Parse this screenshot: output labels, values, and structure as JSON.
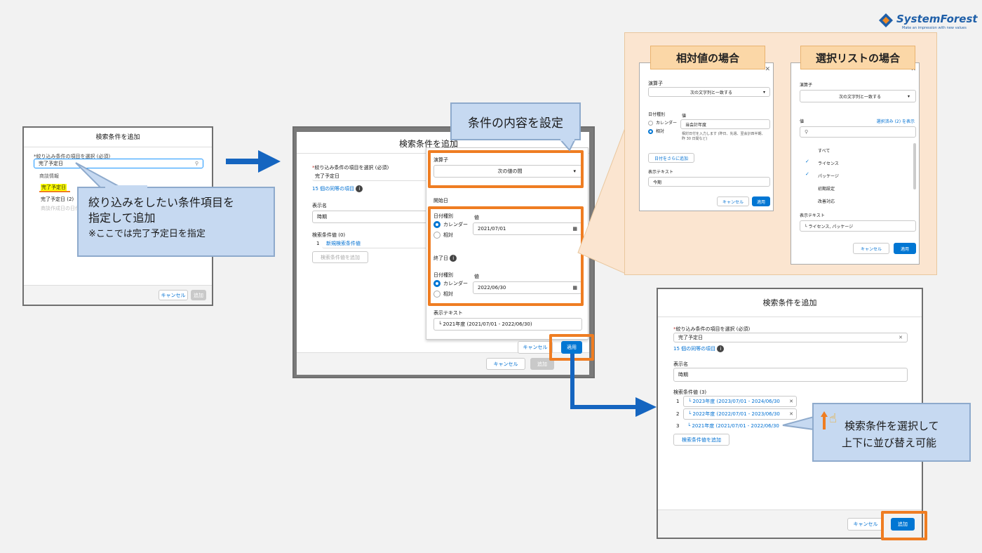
{
  "brand": {
    "name": "SystemForest",
    "tagline": "Make an impression with new values"
  },
  "panel1": {
    "title": "検索条件を追加",
    "field_label": "*絞り込み条件の項目を選択 (必須)",
    "field_value": "完了予定日",
    "section": "商談情報",
    "option1": "完了予定日",
    "option2": "完了予定日 (2)",
    "option3": "商談作成日の日付",
    "cancel": "キャンセル",
    "apply": "追加"
  },
  "callout1": {
    "line1": "絞り込みをしたい条件項目を",
    "line2": "指定して追加",
    "line3": "※ここでは完了予定日を指定"
  },
  "panel2": {
    "title": "検索条件を追加",
    "field_label": "絞り込み条件の項目を選択 (必須)",
    "field_value": "完了予定日",
    "similar": "15 個の同等の項目",
    "display_name_label": "表示名",
    "display_name_value": "時期",
    "values_label": "検索条件値 (0)",
    "row_num": "1",
    "row_value": "新規検索条件値",
    "add_value_button": "検索条件値を追加",
    "cancel": "キャンセル",
    "add": "追加",
    "popover": {
      "operator_label": "演算子",
      "operator_value": "次の値の間",
      "start_label": "開始日",
      "date_type_label": "日付種別",
      "calendar": "カレンダー",
      "relative": "相対",
      "value_label": "値",
      "start_value": "2021/07/01",
      "end_label": "終了日",
      "end_value": "2022/06/30",
      "display_text_label": "表示テキスト",
      "display_text_value": "└ 2021年度 (2021/07/01 - 2022/06/30)",
      "cancel": "キャンセル",
      "apply": "適用"
    }
  },
  "callout2": {
    "text": "条件の内容を設定"
  },
  "relative_panel": {
    "tag": "相対値の場合",
    "operator_label": "演算子",
    "operator_value": "次の文字列と一致する",
    "date_type_label": "日付種別",
    "calendar": "カレンダー",
    "relative": "相対",
    "value_label": "値",
    "value": "当会計年度",
    "hint": "相対日付を入力します (昨日、先週、翌会計四半期、昨 30 日間など)",
    "add_date_button": "日付をさらに追加",
    "display_text_label": "表示テキスト",
    "display_text_value": "今期",
    "cancel": "キャンセル",
    "apply": "適用"
  },
  "picklist_panel": {
    "tag": "選択リストの場合",
    "operator_label": "演算子",
    "operator_value": "次の文字列と一致する",
    "value_label": "値",
    "selected_link": "選択済み (2) を表示",
    "items": [
      "すべて",
      "ライセンス",
      "パッケージ",
      "初期設定",
      "改善対応"
    ],
    "display_text_label": "表示テキスト",
    "display_text_value": "└ ライセンス, パッケージ",
    "cancel": "キャンセル",
    "apply": "適用"
  },
  "panel3": {
    "title": "検索条件を追加",
    "field_label": "絞り込み条件の項目を選択 (必須)",
    "field_value": "完了予定日",
    "similar": "15 個の同等の項目",
    "display_name_label": "表示名",
    "display_name_value": "時期",
    "values_label": "検索条件値 (3)",
    "rows": [
      {
        "num": "1",
        "text": "└ 2023年度 (2023/07/01 - 2024/06/30"
      },
      {
        "num": "2",
        "text": "└ 2022年度 (2022/07/01 - 2023/06/30"
      },
      {
        "num": "3",
        "text": "└ 2021年度 (2021/07/01 - 2022/06/30"
      }
    ],
    "add_value_button": "検索条件値を追加",
    "cancel": "キャンセル",
    "add": "追加"
  },
  "callout3": {
    "line1": "検索条件を選択して",
    "line2": "上下に並び替え可能"
  },
  "colors": {
    "accent": "#ef7d22",
    "brand": "#0176d3",
    "arrow": "#1565c0",
    "callout": "#c6d9f1",
    "tag": "#fbd7a7"
  }
}
